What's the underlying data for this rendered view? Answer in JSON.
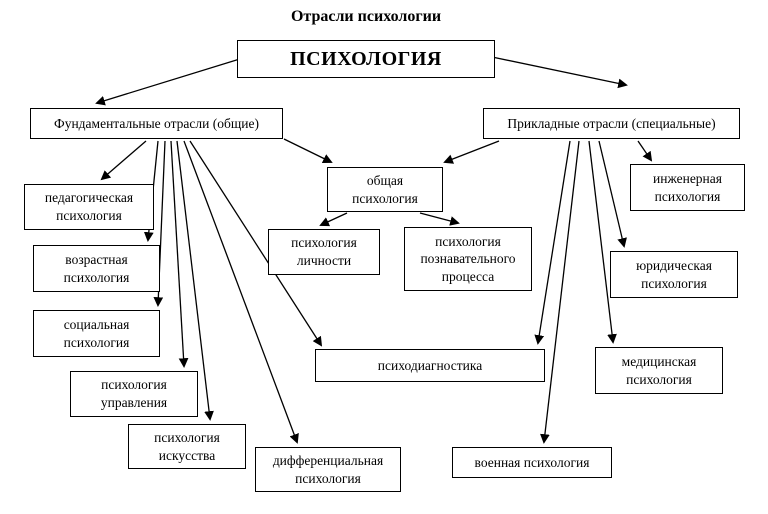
{
  "title": "Отрасли психологии",
  "colors": {
    "background": "#ffffff",
    "border": "#000000",
    "text": "#000000"
  },
  "diagram": {
    "root": "ПСИХОЛОГИЯ",
    "fundamental_branch": "Фундаментальные отрасли (общие)",
    "applied_branch": "Прикладные отрасли (специальные)",
    "general_psychology": "общая психология",
    "pedagogical": "педагогическая психология",
    "developmental": "возрастная психология",
    "social": "социальная психология",
    "management": "психология управления",
    "art": "психология искусства",
    "differential": "дифференциальная психология",
    "personality": "психология личности",
    "cognitive_process": "психология познавательного процесса",
    "psychodiagnostics": "психодиагностика",
    "engineering": "инженерная психология",
    "legal": "юридическая психология",
    "medical": "медицинская психология",
    "military": "военная психология"
  }
}
